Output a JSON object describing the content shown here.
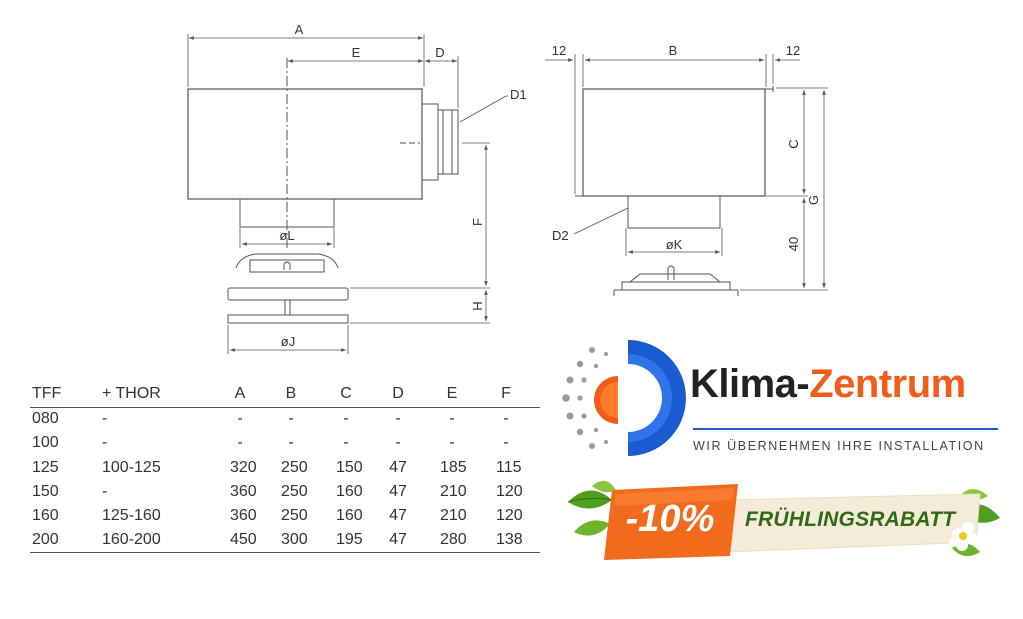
{
  "drawing": {
    "labels": {
      "A": "A",
      "E": "E",
      "D": "D",
      "D1": "D1",
      "F": "F",
      "H": "H",
      "L": "øL",
      "J": "øJ",
      "B": "B",
      "C": "C",
      "G": "G",
      "K": "øK",
      "D2": "D2",
      "v40": "40",
      "offset_left": "12",
      "offset_right": "12"
    }
  },
  "table": {
    "headers": [
      "TFF",
      "+ THOR",
      "A",
      "B",
      "C",
      "D",
      "E",
      "F"
    ],
    "rows": [
      [
        "080",
        "-",
        "-",
        "-",
        "-",
        "-",
        "-",
        "-"
      ],
      [
        "100",
        "-",
        "-",
        "-",
        "-",
        "-",
        "-",
        "-"
      ],
      [
        "125",
        "100-125",
        "320",
        "250",
        "150",
        "47",
        "185",
        "115"
      ],
      [
        "150",
        "-",
        "360",
        "250",
        "160",
        "47",
        "210",
        "120"
      ],
      [
        "160",
        "125-160",
        "360",
        "250",
        "160",
        "47",
        "210",
        "120"
      ],
      [
        "200",
        "160-200",
        "450",
        "300",
        "195",
        "47",
        "280",
        "138"
      ]
    ]
  },
  "brand": {
    "name_part1": "Klima-",
    "name_part2": "Zentrum",
    "tagline": "WIR ÜBERNEHMEN IHRE INSTALLATION",
    "colors": {
      "orange": "#f25c19",
      "blue": "#1a5bd1",
      "dark": "#222222"
    }
  },
  "promo": {
    "discount": "-10%",
    "label": "FRÜHLINGSRABATT",
    "colors": {
      "badge": "#f26a1b",
      "label": "#2f6b17",
      "ribbon": "#f4ecd8"
    }
  }
}
